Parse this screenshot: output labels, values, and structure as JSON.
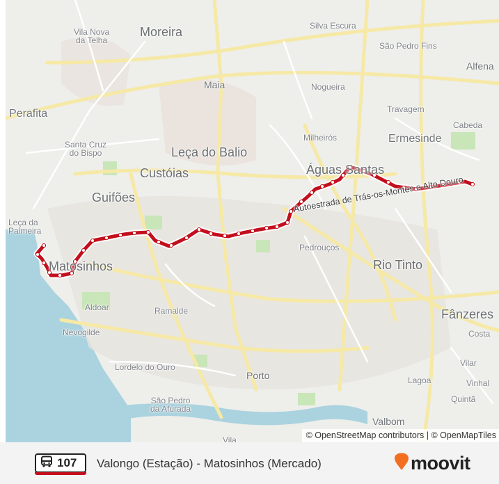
{
  "map": {
    "places": {
      "vila_nova": "Vila Nova\nda Telha",
      "moreira": "Moreira",
      "silva_escura": "Silva Escura",
      "sao_pedro_fins": "São Pedro Fins",
      "alfena": "Alfena",
      "maia": "Maia",
      "nogueira": "Nogueira",
      "perafita": "Perafita",
      "travagem": "Travagem",
      "cabeda": "Cabeda",
      "santa_cruz": "Santa Cruz\ndo Bispo",
      "ermesinde": "Ermesinde",
      "milheiros": "Milheirós",
      "leca_balio": "Leça do Balio",
      "custoias": "Custóias",
      "aguas_santas": "Águas Santas",
      "guifoes": "Guifões",
      "leca_palmeira": "Leça da\nPalmeira",
      "pedroucos": "Pedrouços",
      "matosinhos": "Matosinhos",
      "rio_tinto": "Rio Tinto",
      "aldoar": "Aldoar",
      "ramalde": "Ramalde",
      "fanzeres": "Fânzeres",
      "nevogilde": "Nevogilde",
      "costa": "Costa",
      "lordelo": "Lordelo do Ouro",
      "vilar": "Vilar",
      "porto": "Porto",
      "lagoa": "Lagoa",
      "vinhal": "Vinhal",
      "sao_pedro_afurada": "São Pedro\nda Afurada",
      "quinta": "Quintã",
      "valbom": "Valbom",
      "vila_partial": "Vila"
    },
    "road_label": "Autoestrada de Trás-os-Montes e Alto Douro",
    "attribution": "© OpenStreetMap contributors | © OpenMapTiles",
    "route_color": "#c30f1d"
  },
  "footer": {
    "route_number": "107",
    "route_name": "Valongo (Estação) - Matosinhos (Mercado)",
    "brand": "moovit",
    "bus_icon": "bus-icon",
    "brand_color": "#f26f21"
  }
}
